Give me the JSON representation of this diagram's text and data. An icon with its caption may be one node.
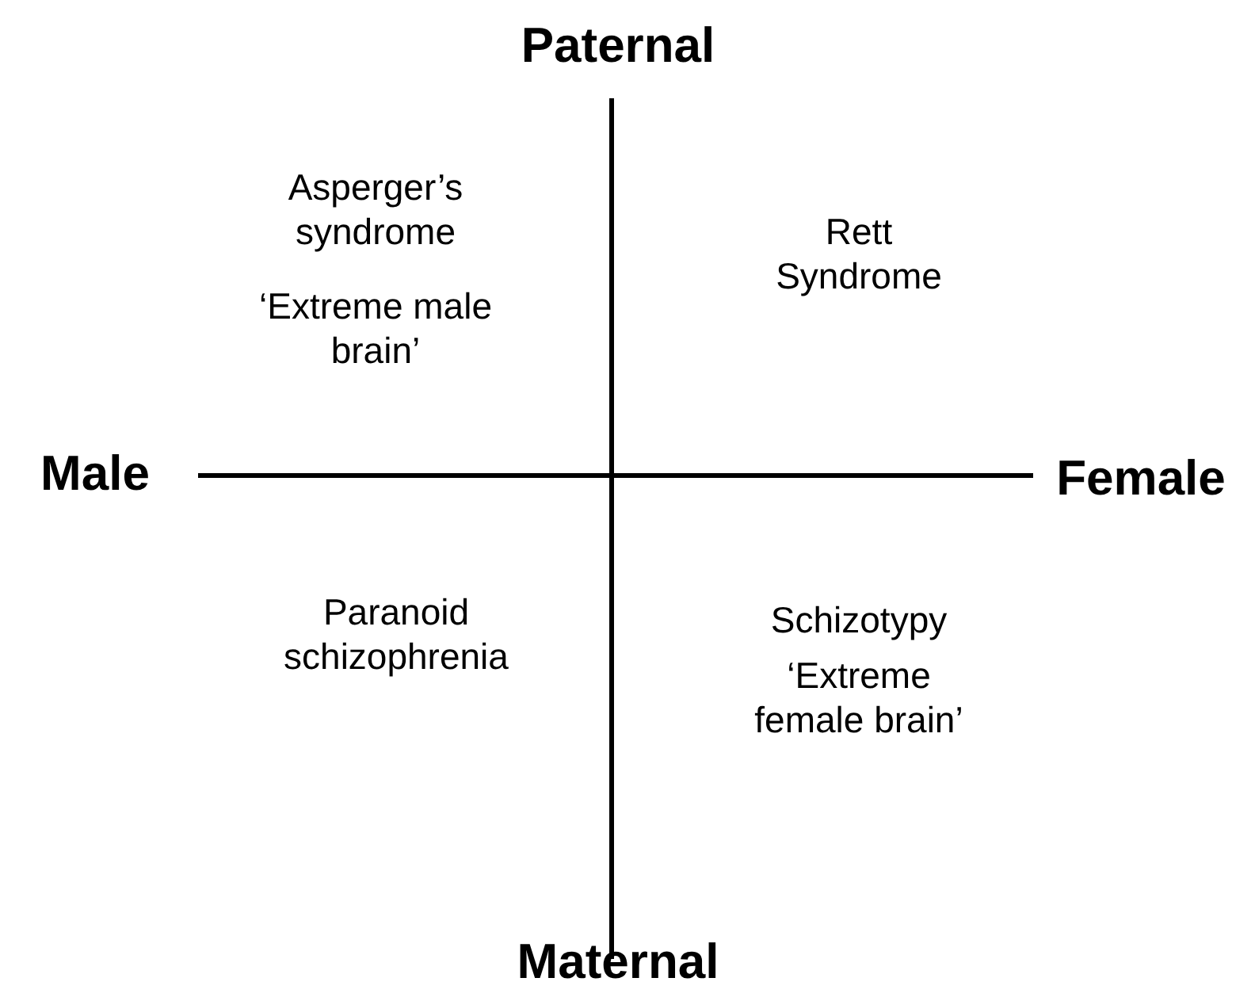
{
  "diagram": {
    "labels": [
      "Paternal",
      "Asperger’s syndrome",
      "‘Extreme male brain’",
      "Rett Syndrome",
      "Male",
      "Female",
      "Paranoid schizophrenia",
      "Schizotypy",
      "‘Extreme female brain’",
      "Maternal"
    ]
  }
}
